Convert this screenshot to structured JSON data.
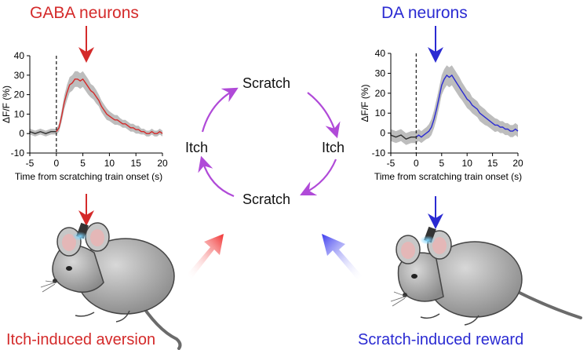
{
  "labels": {
    "left_title": "GABA neurons",
    "right_title": "DA neurons",
    "left_bottom": "Itch-induced aversion",
    "right_bottom": "Scratch-induced reward",
    "cycle_top": "Scratch",
    "cycle_bottom": "Scratch",
    "cycle_left": "Itch",
    "cycle_right": "Itch"
  },
  "colors": {
    "gaba": "#d42a2a",
    "da": "#2a2ad2",
    "cycle": "#b04ad8",
    "shade": "#bdbdbd"
  },
  "chart_data": [
    {
      "type": "line",
      "xlabel": "Time from scratching train onset (s)",
      "ylabel": "ΔF/F (%)",
      "xlim": [
        -5,
        20
      ],
      "ylim": [
        -10,
        40
      ],
      "xticks": [
        -5,
        0,
        5,
        10,
        15,
        20
      ],
      "yticks": [
        -10,
        0,
        10,
        20,
        30,
        40
      ],
      "onset_x": 0,
      "color": "#d42a2a",
      "x": [
        -6,
        -5,
        -4,
        -3,
        -2,
        -1,
        0,
        0.5,
        1,
        1.5,
        2,
        2.5,
        3,
        3.5,
        4,
        4.5,
        5,
        5.5,
        6,
        6.5,
        7,
        7.5,
        8,
        8.5,
        9,
        9.5,
        10,
        10.5,
        11,
        11.5,
        12,
        12.5,
        13,
        13.5,
        14,
        14.5,
        15,
        15.5,
        16,
        16.5,
        17,
        17.5,
        18,
        18.5,
        19,
        19.5,
        20
      ],
      "y": [
        0,
        1,
        0,
        1,
        0,
        1,
        1,
        3,
        9,
        16,
        21,
        25,
        26,
        28,
        28,
        27,
        28,
        26,
        24,
        22,
        21,
        19,
        17,
        14,
        12,
        10,
        9,
        8,
        7,
        7,
        6,
        5,
        5,
        4,
        3,
        3,
        2,
        2,
        1,
        1,
        0,
        0,
        1,
        0,
        0,
        1,
        0
      ],
      "err": [
        1.5,
        1.5,
        1.5,
        1.5,
        1.5,
        1.5,
        1.5,
        2,
        3,
        3.5,
        4,
        4,
        4,
        4,
        4,
        4,
        4,
        4,
        4,
        3.5,
        3.5,
        3.5,
        3,
        3,
        3,
        3,
        2.5,
        2.5,
        2.5,
        2.5,
        2,
        2,
        2,
        2,
        2,
        2,
        2,
        2,
        1.5,
        1.5,
        1.5,
        1.5,
        1.5,
        1.5,
        1.5,
        1.5,
        1.5
      ]
    },
    {
      "type": "line",
      "xlabel": "Time from scratching train onset (s)",
      "ylabel": "ΔF/F (%)",
      "xlim": [
        -5,
        20
      ],
      "ylim": [
        -10,
        40
      ],
      "xticks": [
        -5,
        0,
        5,
        10,
        15,
        20
      ],
      "yticks": [
        -10,
        0,
        10,
        20,
        30,
        40
      ],
      "onset_x": 0,
      "color": "#2a2ad2",
      "x": [
        -6,
        -5,
        -4,
        -3,
        -2,
        -1,
        0,
        0.5,
        1,
        1.5,
        2,
        2.5,
        3,
        3.5,
        4,
        4.5,
        5,
        5.5,
        6,
        6.5,
        7,
        7.5,
        8,
        8.5,
        9,
        9.5,
        10,
        10.5,
        11,
        11.5,
        12,
        12.5,
        13,
        13.5,
        14,
        14.5,
        15,
        15.5,
        16,
        16.5,
        17,
        17.5,
        18,
        18.5,
        19,
        19.5,
        20
      ],
      "y": [
        0,
        -1,
        -2,
        -1,
        -3,
        -2,
        -2,
        -1,
        -2,
        -1,
        0,
        1,
        3,
        7,
        12,
        18,
        24,
        27,
        29,
        28,
        29,
        27,
        25,
        23,
        21,
        19,
        17,
        16,
        14,
        13,
        12,
        10,
        9,
        8,
        7,
        6,
        5,
        4,
        4,
        3,
        3,
        2,
        2,
        1,
        1,
        2,
        1
      ],
      "err": [
        3,
        3,
        3,
        3,
        3,
        3,
        3,
        3,
        3,
        3,
        3,
        3.5,
        4,
        4.5,
        5,
        5,
        5,
        5,
        5,
        5,
        5,
        5,
        5,
        5,
        4.5,
        4.5,
        4.5,
        4.5,
        4,
        4,
        4,
        4,
        4,
        4,
        3.5,
        3.5,
        3.5,
        3.5,
        3,
        3,
        3,
        3,
        3,
        3,
        3,
        3,
        3
      ]
    }
  ]
}
